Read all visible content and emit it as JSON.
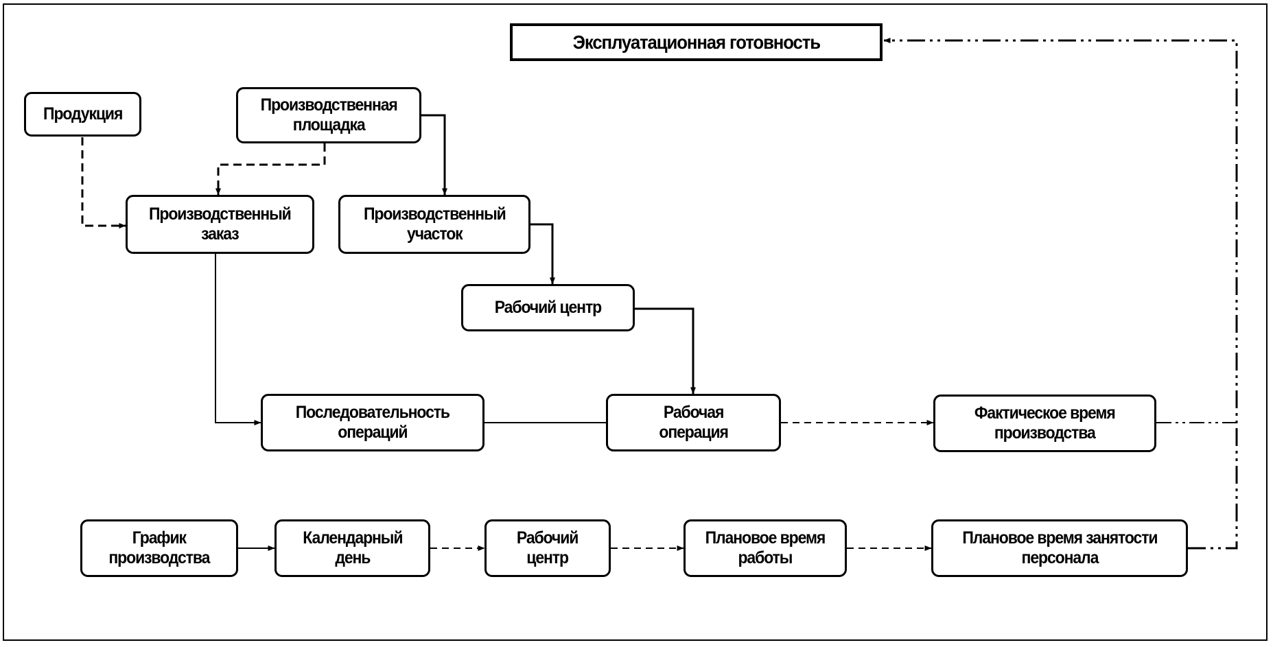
{
  "diagram": {
    "colors": {
      "stroke": "#000000",
      "background": "#ffffff"
    },
    "nodes": {
      "availability": {
        "label": "Эксплуатационная готовность"
      },
      "product": {
        "label": "Продукция"
      },
      "production_site": {
        "label": "Производственная\nплощадка"
      },
      "production_order": {
        "label": "Производственный\nзаказ"
      },
      "production_area": {
        "label": "Производственный\nучасток"
      },
      "work_center": {
        "label": "Рабочий центр"
      },
      "operation_sequence": {
        "label": "Последовательность\nопераций"
      },
      "work_operation": {
        "label": "Рабочая\nоперация"
      },
      "actual_time": {
        "label": "Фактическое время\nпроизводства"
      },
      "production_schedule": {
        "label": "График\nпроизводства"
      },
      "calendar_day": {
        "label": "Календарный\nдень"
      },
      "work_center_2": {
        "label": "Рабочий\nцентр"
      },
      "planned_work_time": {
        "label": "Плановое время\nработы"
      },
      "planned_staff_time": {
        "label": "Плановое время занятости\nперсонала"
      }
    },
    "edges": [
      {
        "from": "product",
        "to": "production_order",
        "style": "dashed"
      },
      {
        "from": "production_site",
        "to": "production_order",
        "style": "dashed"
      },
      {
        "from": "production_site",
        "to": "production_area",
        "style": "solid"
      },
      {
        "from": "production_area",
        "to": "work_center",
        "style": "solid"
      },
      {
        "from": "work_center",
        "to": "work_operation",
        "style": "solid"
      },
      {
        "from": "production_order",
        "to": "operation_sequence",
        "style": "solid"
      },
      {
        "from": "operation_sequence",
        "to": "work_operation",
        "style": "solid-no-arrow"
      },
      {
        "from": "work_operation",
        "to": "actual_time",
        "style": "dashed"
      },
      {
        "from": "actual_time",
        "to": "availability",
        "style": "dash-dot"
      },
      {
        "from": "production_schedule",
        "to": "calendar_day",
        "style": "solid"
      },
      {
        "from": "calendar_day",
        "to": "work_center_2",
        "style": "dashed"
      },
      {
        "from": "work_center_2",
        "to": "planned_work_time",
        "style": "dashed"
      },
      {
        "from": "planned_work_time",
        "to": "planned_staff_time",
        "style": "dashed"
      },
      {
        "from": "planned_staff_time",
        "to": "availability",
        "style": "dash-dot"
      }
    ]
  }
}
